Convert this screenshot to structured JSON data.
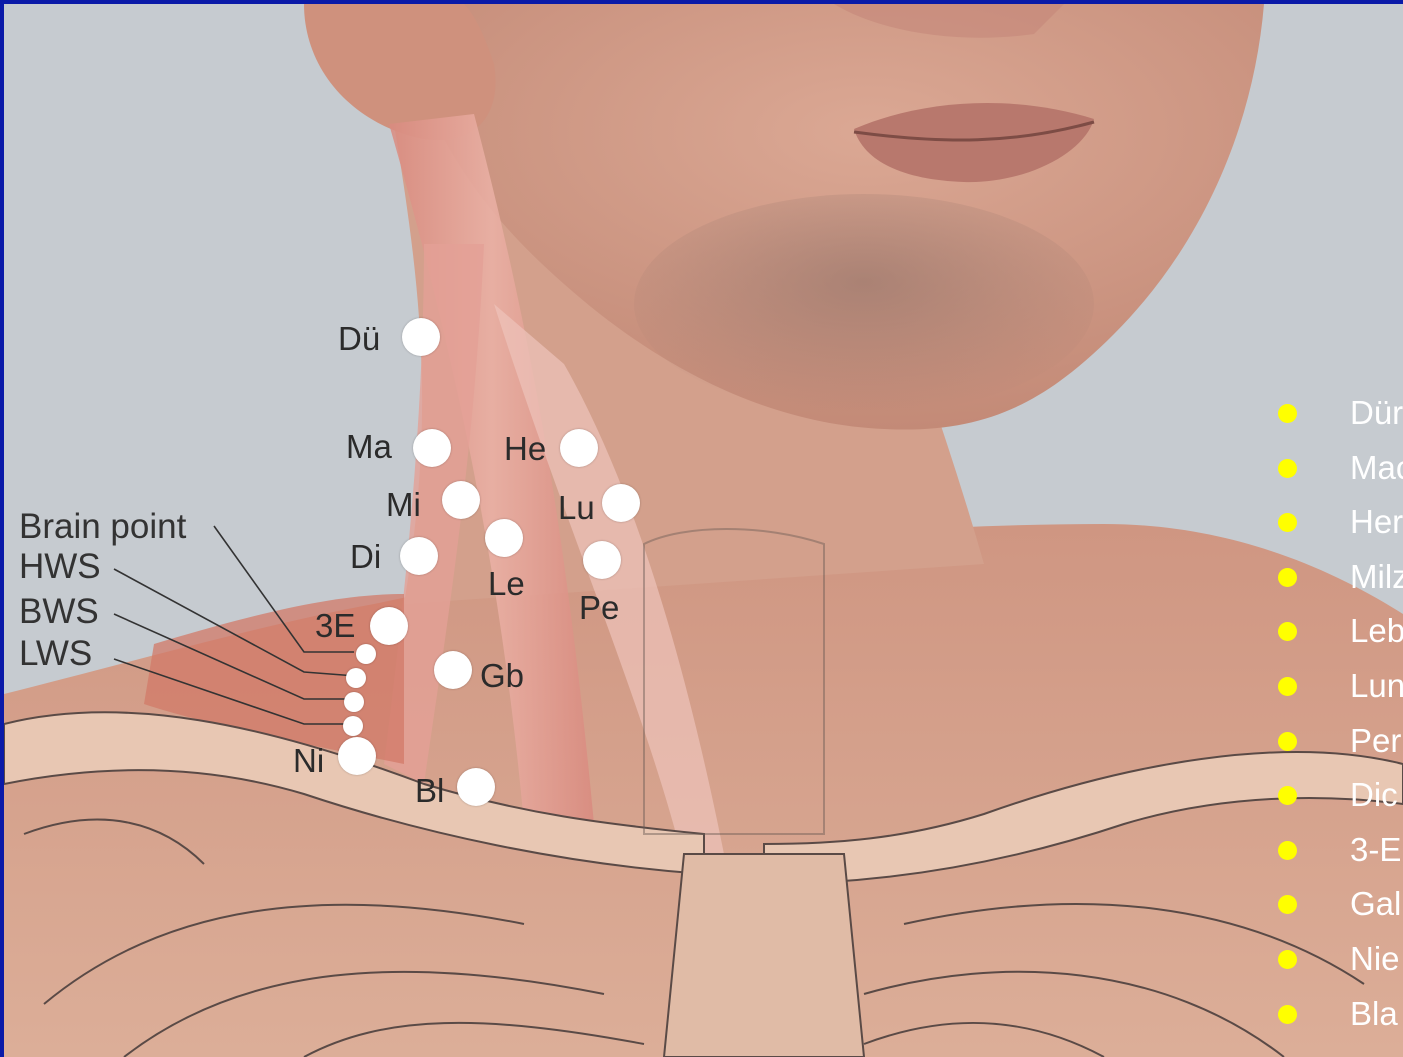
{
  "points": {
    "du": "Dü",
    "ma": "Ma",
    "he": "He",
    "mi": "Mi",
    "lu": "Lu",
    "di": "Di",
    "le": "Le",
    "pe": "Pe",
    "e3": "3E",
    "gb": "Gb",
    "ni": "Ni",
    "bl": "Bl"
  },
  "spine_labels": {
    "brain_point": "Brain point",
    "hws": "HWS",
    "bws": "BWS",
    "lws": "LWS"
  },
  "legend": {
    "bullet_color": "#ffff00",
    "items": [
      {
        "label": "Dür"
      },
      {
        "label": "Mac"
      },
      {
        "label": "Her"
      },
      {
        "label": "Milz"
      },
      {
        "label": "Leb"
      },
      {
        "label": "Lun"
      },
      {
        "label": "Per"
      },
      {
        "label": "Dic"
      },
      {
        "label": "3-E"
      },
      {
        "label": "Gal"
      },
      {
        "label": "Nie"
      },
      {
        "label": "Bla"
      }
    ]
  },
  "colors": {
    "frame": "#0a1aa8",
    "background": "#c6cbd0",
    "skin": "#d9a58e",
    "muscle": "#e5a49a",
    "point": "#ffffff"
  }
}
